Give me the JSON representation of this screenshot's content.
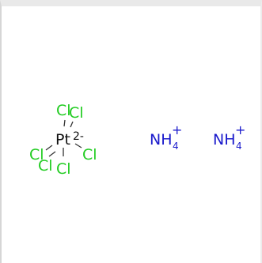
{
  "structure": {
    "pt_symbol": "Pt",
    "pt_charge": "2-",
    "chlorine_labels": [
      "Cl",
      "Cl",
      "Cl",
      "Cl",
      "Cl",
      "Cl"
    ],
    "ammonium_1": {
      "symbol": "NH",
      "subscript": "4",
      "charge": "+"
    },
    "ammonium_2": {
      "symbol": "NH",
      "subscript": "4",
      "charge": "+"
    }
  },
  "colors": {
    "chlorine": "#22cc22",
    "nitrogen": "#1a1acc",
    "platinum": "#111111"
  }
}
